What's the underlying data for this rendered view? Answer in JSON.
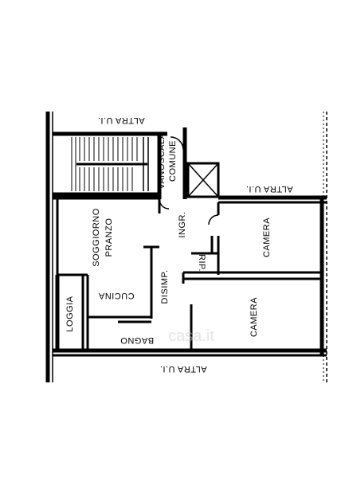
{
  "plan": {
    "labels": {
      "altra_top": "ALTRA U.I.",
      "altra_right": "ALTRA U.I.",
      "altra_bottom": "ALTRA U.I.",
      "vanoscala": "VANOSCALA",
      "comune": "COMUNE",
      "ingr": "INGR.",
      "soggiorno": "SOGGIORNO",
      "pranzo": "PRANZO",
      "camera_top": "CAMERA",
      "rip": "RIP.",
      "cucina": "CUCINA",
      "disimp": "DISIMP.",
      "loggia": "LOGGIA",
      "bagno": "BAGNO",
      "camera_bottom": "CAMERA"
    },
    "watermark": "casa.it"
  }
}
